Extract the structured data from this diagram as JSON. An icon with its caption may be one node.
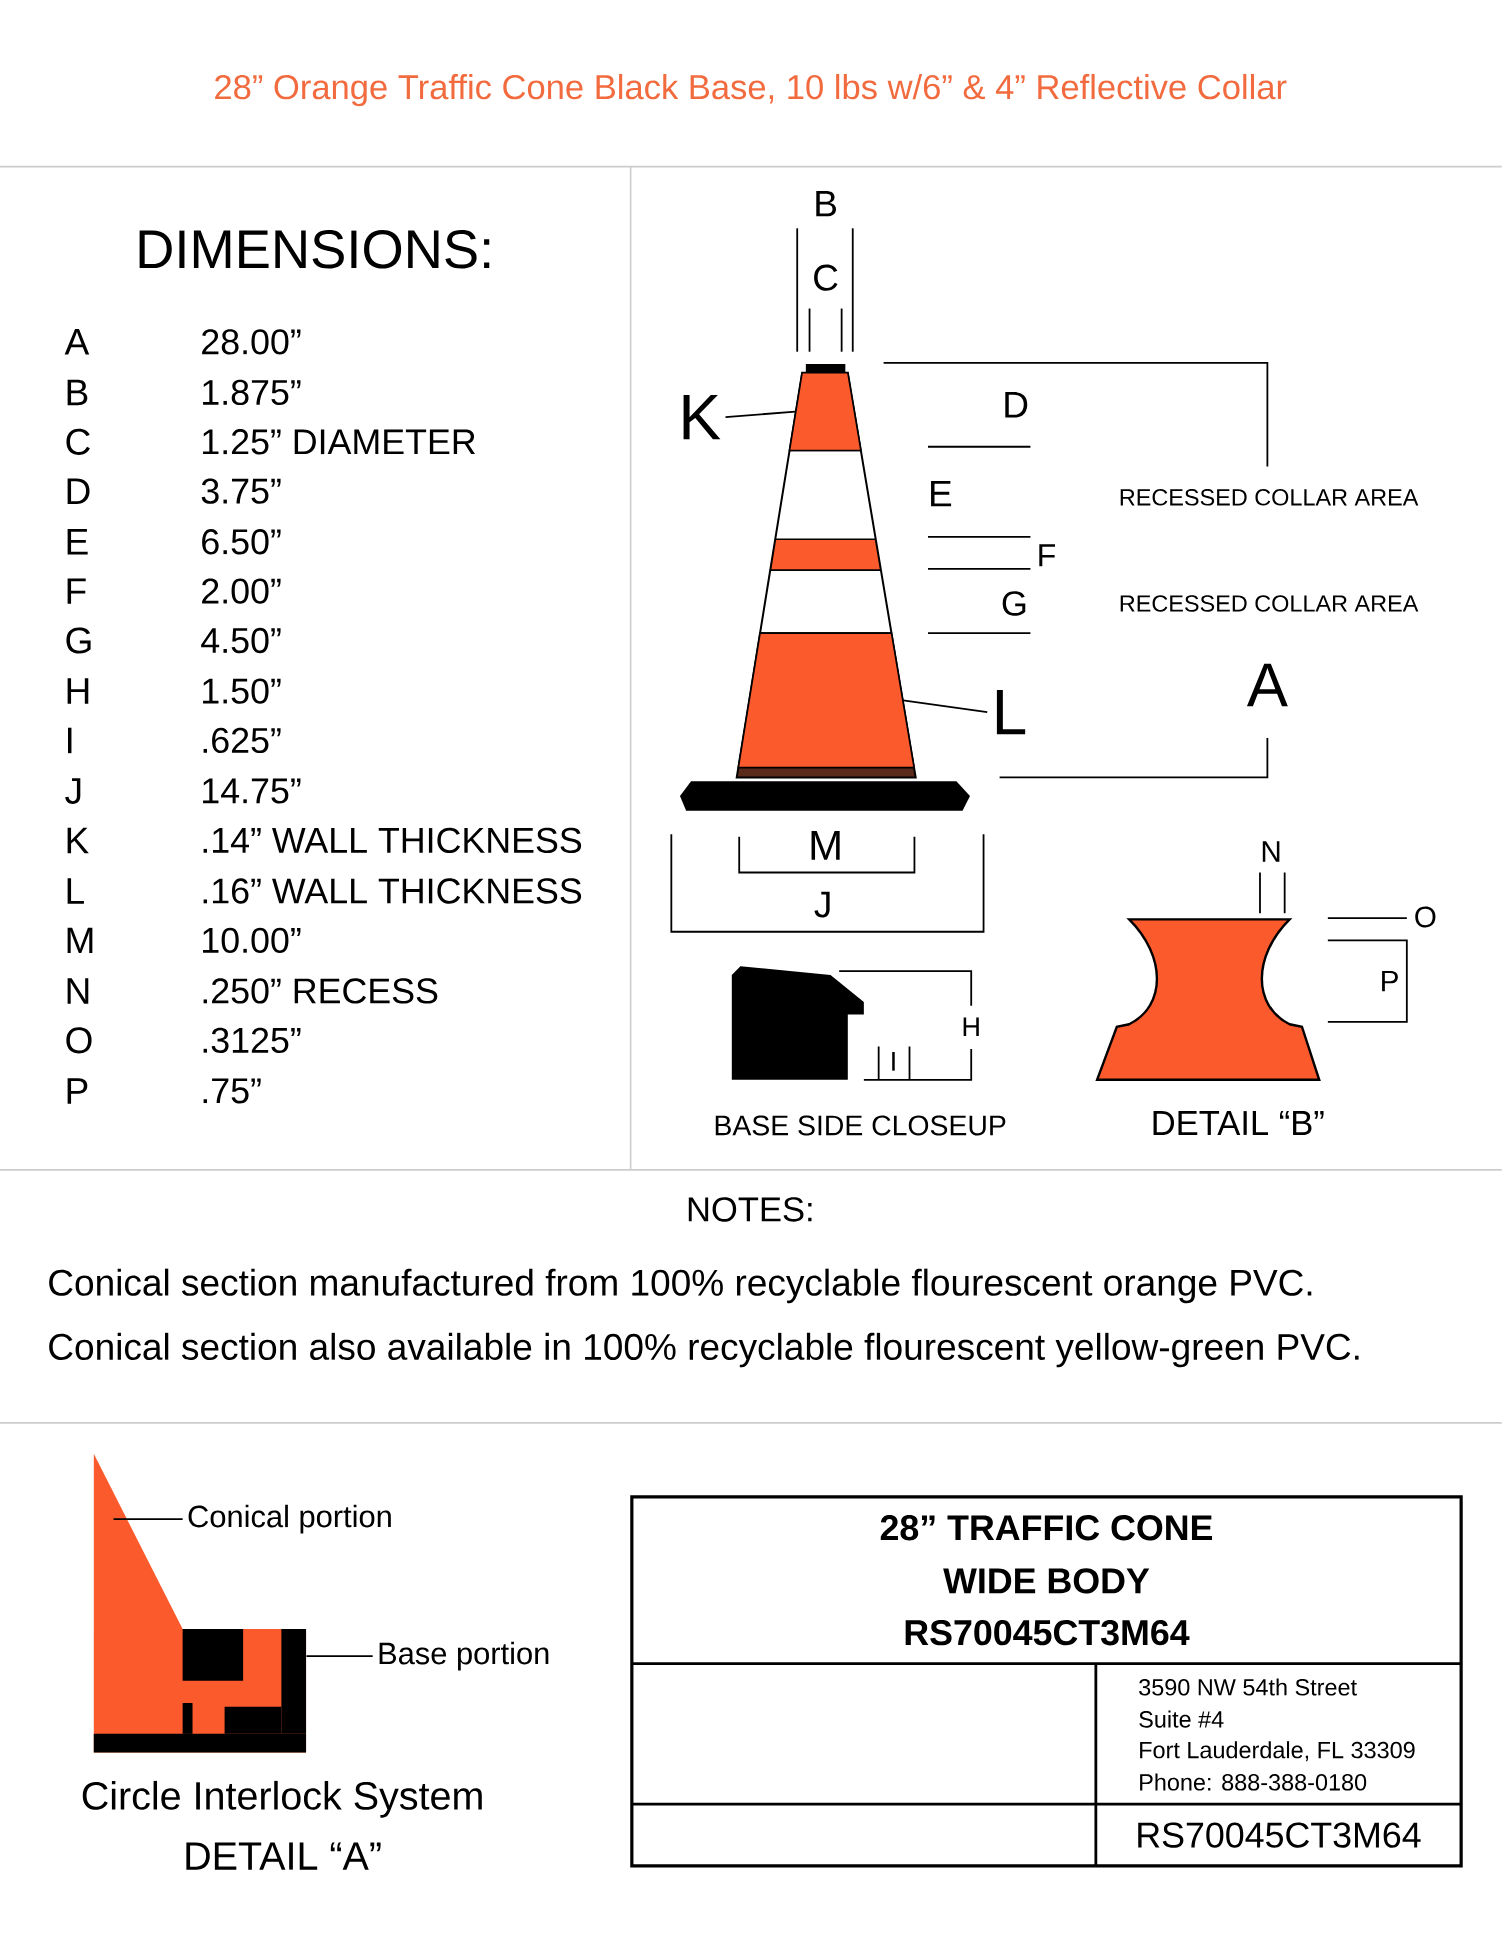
{
  "diagram": {
    "title": "28” Orange Traffic Cone Black Base, 10 lbs w/6” & 4” Reflective Collar",
    "nodes": [
      {
        "text": [
          "K"
        ]
      },
      {
        "text": [],
        "shape": "band"
      },
      {
        "text": [
          "L"
        ]
      },
      {
        "text": [],
        "shape": "band"
      },
      {
        "text": [
          "Conical portion"
        ]
      },
      {
        "text": [
          "Base portion"
        ]
      },
      {
        "text": [],
        "shape": "picture"
      }
    ],
    "edges": [
      {
        "from": 0,
        "to": 1,
        "arrow": "none"
      },
      {
        "from": 2,
        "to": 3,
        "arrow": "none"
      },
      {
        "from": 4,
        "to": null,
        "arrow": "none"
      },
      {
        "from": 5,
        "to": 6,
        "arrow": "none"
      }
    ],
    "labels": [
      "DIMENSIONS:",
      "A",
      "28.00”",
      "B",
      "1.875”",
      "C",
      "1.25” DIAMETER",
      "D",
      "3.75”",
      "E",
      "6.50”",
      "F",
      "2.00”",
      "G",
      "4.50”",
      "H",
      "1.50”",
      "I",
      ".625”",
      "J",
      "14.75”",
      "K",
      ".14” WALL THICKNESS",
      "L",
      ".16” WALL THICKNESS",
      "M",
      "10.00”",
      "N",
      ".250” RECESS",
      "O",
      ".3125”",
      "P",
      ".75”",
      "B",
      "C",
      "D",
      "E",
      "F",
      "G",
      "RECESSED COLLAR AREA",
      "RECESSED COLLAR AREA",
      "A",
      "M",
      "J",
      "N",
      "O",
      "P",
      "H",
      "I",
      "BASE SIDE CLOSEUP",
      "DETAIL “B”",
      "NOTES:",
      "Conical section manufactured from 100% recyclable flourescent orange PVC.",
      "Conical section also available in 100% recyclable flourescent yellow-green PVC.",
      "Circle Interlock System",
      "DETAIL “A”",
      "28” TRAFFIC CONE",
      "WIDE BODY",
      "RS70045CT3M64",
      "3590 NW 54th Street",
      "Suite #4",
      "Fort Lauderdale, FL 33309",
      "Phone: 888-388-0180",
      "RS70045CT3M64"
    ]
  }
}
